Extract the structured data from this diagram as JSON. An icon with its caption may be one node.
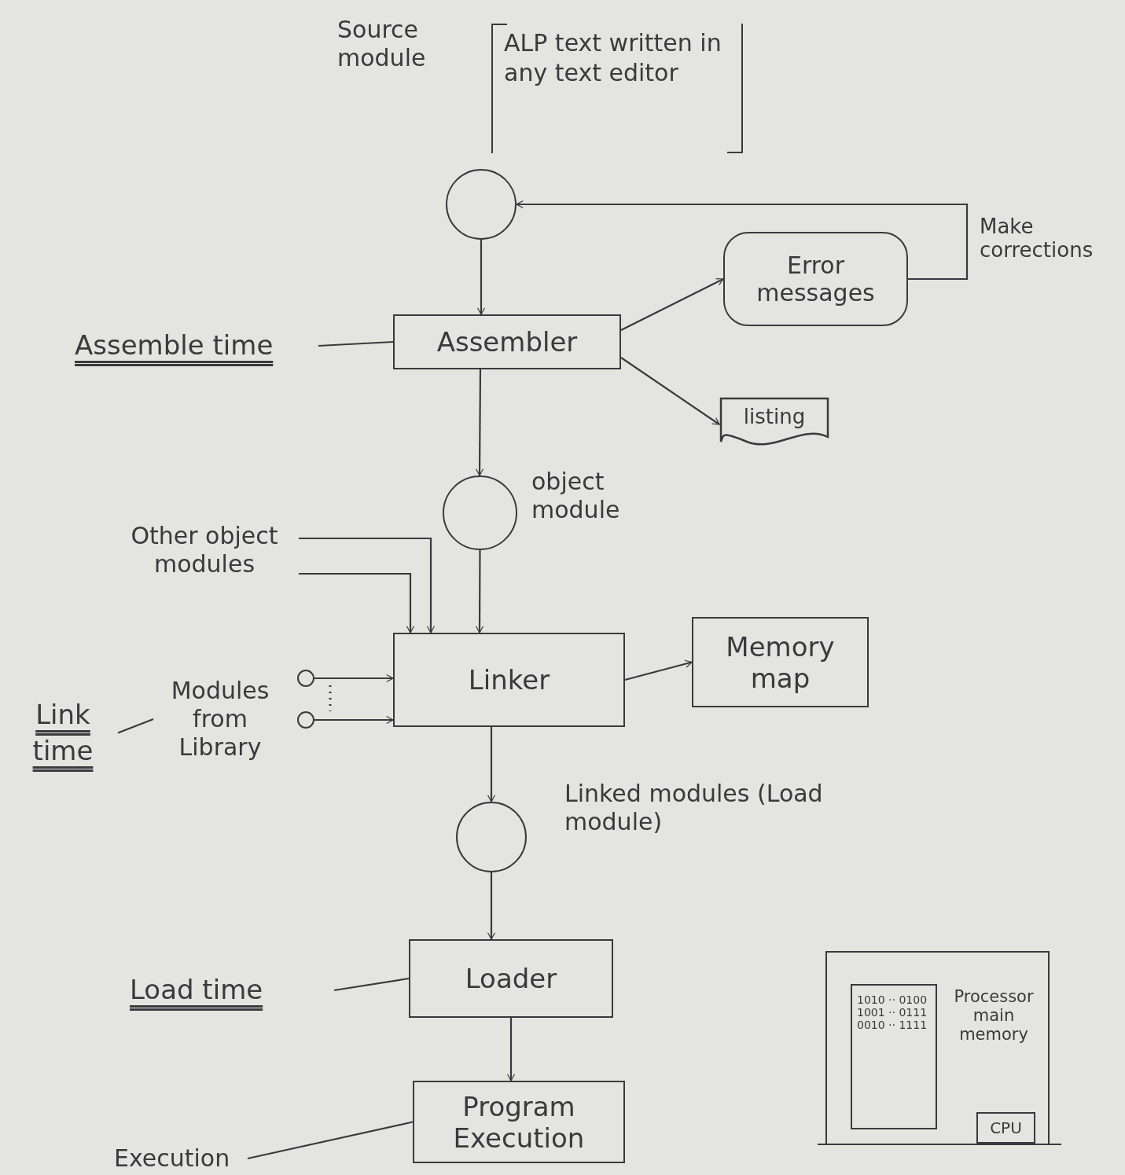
{
  "diagram": {
    "nodes": [
      {
        "text": [
          "ALP text written in any text editor"
        ],
        "beside": [
          "Source module"
        ]
      },
      {
        "text": [],
        "shape": "circle"
      },
      {
        "text": [
          "Assemble time"
        ]
      },
      {
        "text": [
          "Assembler"
        ]
      },
      {
        "text": [
          "Error messages"
        ]
      },
      {
        "text": [
          "listing"
        ]
      },
      {
        "text": [],
        "shape": "circle",
        "beside": [
          "object module"
        ]
      },
      {
        "text": [
          "Other object modules"
        ]
      },
      {
        "text": [
          "Modules from Library"
        ]
      },
      {
        "text": [],
        "shape": "circle"
      },
      {
        "text": [],
        "shape": "circle"
      },
      {
        "text": [
          "Link time"
        ]
      },
      {
        "text": [
          "Linker"
        ]
      },
      {
        "text": [
          "Memory map"
        ]
      },
      {
        "text": [],
        "shape": "circle",
        "beside": [
          "Linked modules (Load module)"
        ]
      },
      {
        "text": [
          "Load time"
        ]
      },
      {
        "text": [
          "Loader"
        ]
      },
      {
        "text": [
          "Execution"
        ]
      },
      {
        "text": [
          "Program Execution"
        ]
      },
      {
        "text": [
          "Processor main memory"
        ]
      },
      {
        "text": [
          "1010 ·· 0100",
          "1001 ·· 0111",
          "0010 ·· 1111"
        ],
        "in": 19
      },
      {
        "text": [
          "CPU"
        ],
        "in": 19
      }
    ],
    "edges": [
      {
        "from": 1,
        "to": 3,
        "arrow": "to"
      },
      {
        "from": 3,
        "to": 4,
        "arrow": "to"
      },
      {
        "from": 3,
        "to": 5,
        "arrow": "to"
      },
      {
        "from": 4,
        "to": 1,
        "arrow": "to",
        "label": "Make corrections"
      },
      {
        "from": 2,
        "to": 3,
        "arrow": "none"
      },
      {
        "from": 3,
        "to": 6,
        "arrow": "to"
      },
      {
        "from": 7,
        "to": 12,
        "arrow": "to"
      },
      {
        "from": 7,
        "to": 12,
        "arrow": "to"
      },
      {
        "from": 6,
        "to": 12,
        "arrow": "to"
      },
      {
        "from": 9,
        "to": 12,
        "arrow": "to"
      },
      {
        "from": 10,
        "to": 12,
        "arrow": "to"
      },
      {
        "from": 11,
        "to": 8,
        "arrow": "none"
      },
      {
        "from": 12,
        "to": 13,
        "arrow": "to"
      },
      {
        "from": 12,
        "to": 14,
        "arrow": "to"
      },
      {
        "from": 14,
        "to": 16,
        "arrow": "to"
      },
      {
        "from": 15,
        "to": 16,
        "arrow": "none"
      },
      {
        "from": 16,
        "to": 18,
        "arrow": "to"
      },
      {
        "from": 17,
        "to": 18,
        "arrow": "none"
      }
    ]
  }
}
